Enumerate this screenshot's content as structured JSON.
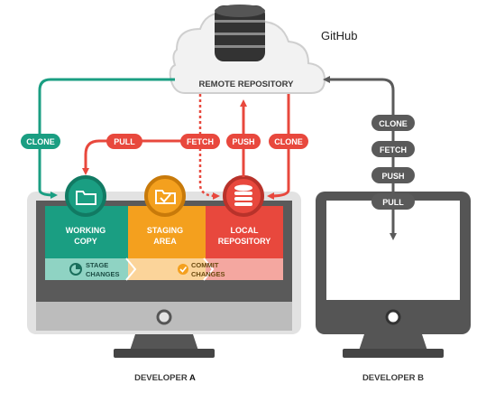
{
  "brand": "GitHub",
  "remote": {
    "label": "REMOTE REPOSITORY"
  },
  "colors": {
    "teal": "#1a9e82",
    "orange": "#f4a01e",
    "red": "#e8483d",
    "gray": "#5a5a5a",
    "lightgray": "#d9d9d9",
    "cloud": "#f2f2f2",
    "cloud_stroke": "#cfcfcf"
  },
  "developer_a": {
    "label_prefix": "DEVELOPER ",
    "label_letter": "A",
    "stations": {
      "working_copy": {
        "line1": "WORKING",
        "line2": "COPY",
        "icon": "folder-icon"
      },
      "staging_area": {
        "line1": "STAGING",
        "line2": "AREA",
        "icon": "checked-folder-icon"
      },
      "local_repository": {
        "line1": "LOCAL",
        "line2": "REPOSITORY",
        "icon": "database-icon"
      }
    },
    "steps": {
      "stage": {
        "line1": "STAGE",
        "line2": "CHANGES",
        "icon": "stage-icon"
      },
      "commit": {
        "line1": "COMMIT",
        "line2": "CHANGES",
        "icon": "check-icon"
      }
    }
  },
  "developer_b": {
    "label": "DEVELOPER B"
  },
  "arrows_a": {
    "clone_left": "CLONE",
    "pull": "PULL",
    "fetch": "FETCH",
    "push": "PUSH",
    "clone_right": "CLONE"
  },
  "arrows_b": [
    "CLONE",
    "FETCH",
    "PUSH",
    "PULL"
  ]
}
